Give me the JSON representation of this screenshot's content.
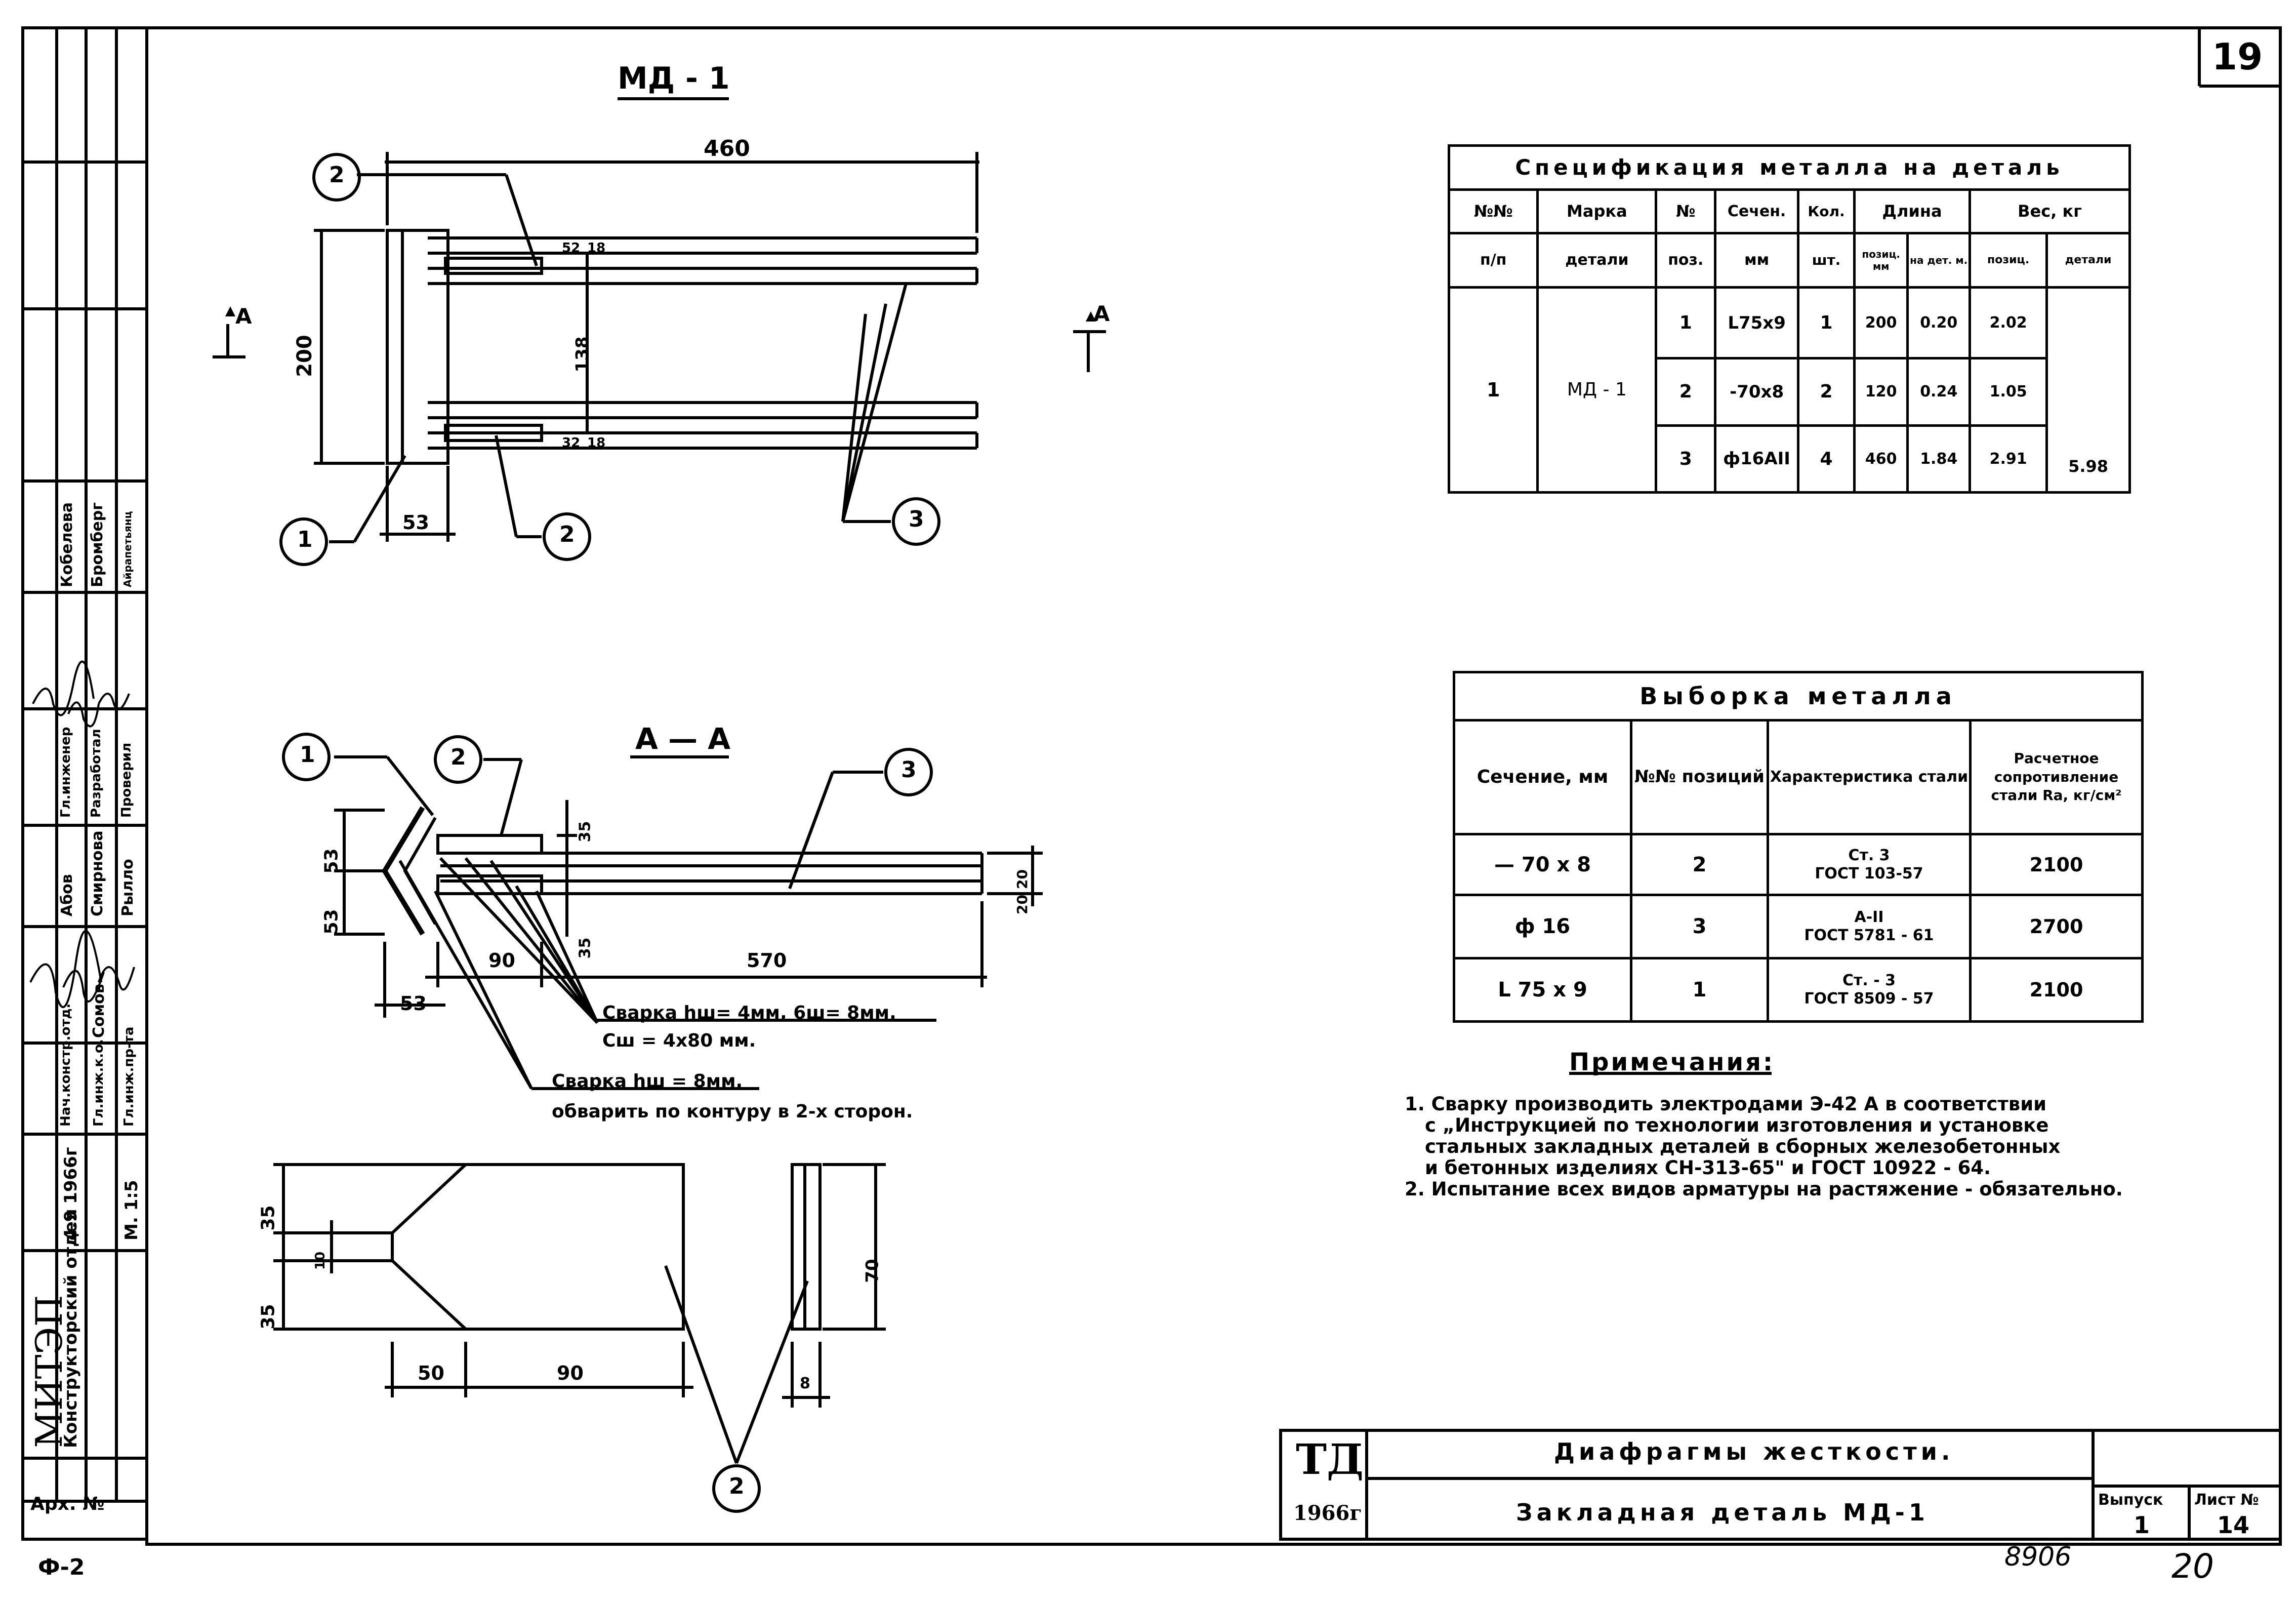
{
  "sheet": {
    "page_number": "19",
    "bottom_left_code": "Ф-2",
    "handwritten_number": "8906",
    "handwritten_page": "20"
  },
  "detail_title": "МД - 1",
  "section_title": "А — А",
  "section_marker": "А",
  "leader_numbers": {
    "angle": "1",
    "plate": "2",
    "rebar": "3"
  },
  "plan_dims": {
    "length": "460",
    "height": "200",
    "gap": "138",
    "d52_top": "52",
    "d18_top": "18",
    "d32_bottom": "32",
    "d18_bottom": "18",
    "offset": "53"
  },
  "section_dims": {
    "d53a": "53",
    "d53b": "53",
    "d35_top": "35",
    "d35_bottom": "35",
    "d20a": "20",
    "d20b": "20",
    "d90": "90",
    "d570": "570",
    "d53_bottom": "53"
  },
  "plate_dims": {
    "d35a": "35",
    "d35b": "35",
    "d10": "10",
    "d50": "50",
    "d90": "90",
    "d70": "70",
    "d8": "8"
  },
  "weld_notes": {
    "line1": "Сварка hш= 4мм, 6ш= 8мм.",
    "line2": "Сш = 4х80 мм.",
    "line3": "Сварка hш = 8мм.",
    "line4": "обварить по контуру в 2-х сторон."
  },
  "spec_table": {
    "title": "Спецификация металла на деталь",
    "headers_top": [
      "№№",
      "Марка",
      "№",
      "Сечен.",
      "Кол.",
      "Длина",
      "Вес, кг"
    ],
    "headers_bottom": [
      "п/п",
      "детали",
      "поз.",
      "мм",
      "шт.",
      "позиц. мм",
      "на дет. м.",
      "позиц.",
      "детали"
    ],
    "row_no": "1",
    "mark": "МД - 1",
    "rows": [
      {
        "pos": "1",
        "section": "L75х9",
        "qty": "1",
        "len_pos": "200",
        "len_det": "0.20",
        "w_pos": "2.02"
      },
      {
        "pos": "2",
        "section": "-70х8",
        "qty": "2",
        "len_pos": "120",
        "len_det": "0.24",
        "w_pos": "1.05"
      },
      {
        "pos": "3",
        "section": "ф16АII",
        "qty": "4",
        "len_pos": "460",
        "len_det": "1.84",
        "w_pos": "2.91"
      }
    ],
    "w_detail": "5.98"
  },
  "selection_table": {
    "title": "Выборка металла",
    "headers": [
      "Сечение, мм",
      "№№ позиций",
      "Характеристика стали",
      "Расчетное сопротивление стали Rа, кг/см²"
    ],
    "rows": [
      {
        "section": "— 70 х 8",
        "pos": "2",
        "steel1": "Ст. 3",
        "steel2": "ГОСТ 103-57",
        "r": "2100"
      },
      {
        "section": "ф 16",
        "pos": "3",
        "steel1": "А-II",
        "steel2": "ГОСТ 5781 - 61",
        "r": "2700"
      },
      {
        "section": "L 75 х 9",
        "pos": "1",
        "steel1": "Ст. - 3",
        "steel2": "ГОСТ 8509 - 57",
        "r": "2100"
      }
    ]
  },
  "notes": {
    "title": "Примечания:",
    "lines": [
      "1. Сварку производить электродами Э-42 А в соответствии",
      "с „Инструкцией по технологии изготовления и установке",
      "стальных закладных деталей в сборных железобетонных",
      "и бетонных изделиях СН-313-65\" и ГОСТ 10922 - 64.",
      "2. Испытание всех видов арматуры на растяжение - обязательно."
    ]
  },
  "title_block": {
    "org": "ТД",
    "year": "1966г",
    "title1": "Диафрагмы жесткости.",
    "title2": "Закладная деталь МД-1",
    "issue_label": "Выпуск",
    "issue": "1",
    "sheet_label": "Лист №",
    "sheet": "14"
  },
  "side_stamp": {
    "org": "МИТЭП",
    "dept": "Конструкторский отдел",
    "arch": "Арх. №",
    "col1": [
      "4.9 1966г",
      "М. 1:5"
    ],
    "roles": [
      "Нач.констр.отд.",
      "Гл.инж.к.о.",
      "Гл.инж.пр-та",
      "Гл.инженер",
      "Разработал",
      "Проверил"
    ],
    "names": [
      "Абов",
      "Смирнова",
      "Сомов",
      "Рылло",
      "Кобелева",
      "Бромберг",
      "Айрапетьянц"
    ]
  }
}
